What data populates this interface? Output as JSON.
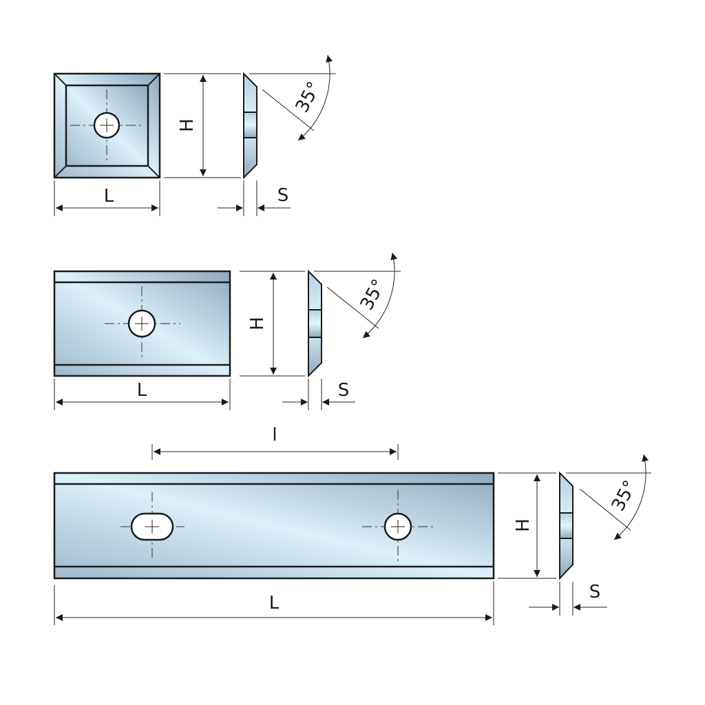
{
  "colors": {
    "steel_light": "#dceef8",
    "steel_dark": "#8fa9bd",
    "line": "#1a1a1a"
  },
  "views": [
    {
      "name": "square-insert",
      "length_label": "L",
      "height_label": "H",
      "thickness_label": "S",
      "angle_label": "35°"
    },
    {
      "name": "rectangular-insert",
      "length_label": "L",
      "height_label": "H",
      "thickness_label": "S",
      "angle_label": "35°"
    },
    {
      "name": "long-insert",
      "length_label": "L",
      "height_label": "H",
      "thickness_label": "S",
      "angle_label": "35°",
      "hole_spacing_label": "l"
    }
  ]
}
